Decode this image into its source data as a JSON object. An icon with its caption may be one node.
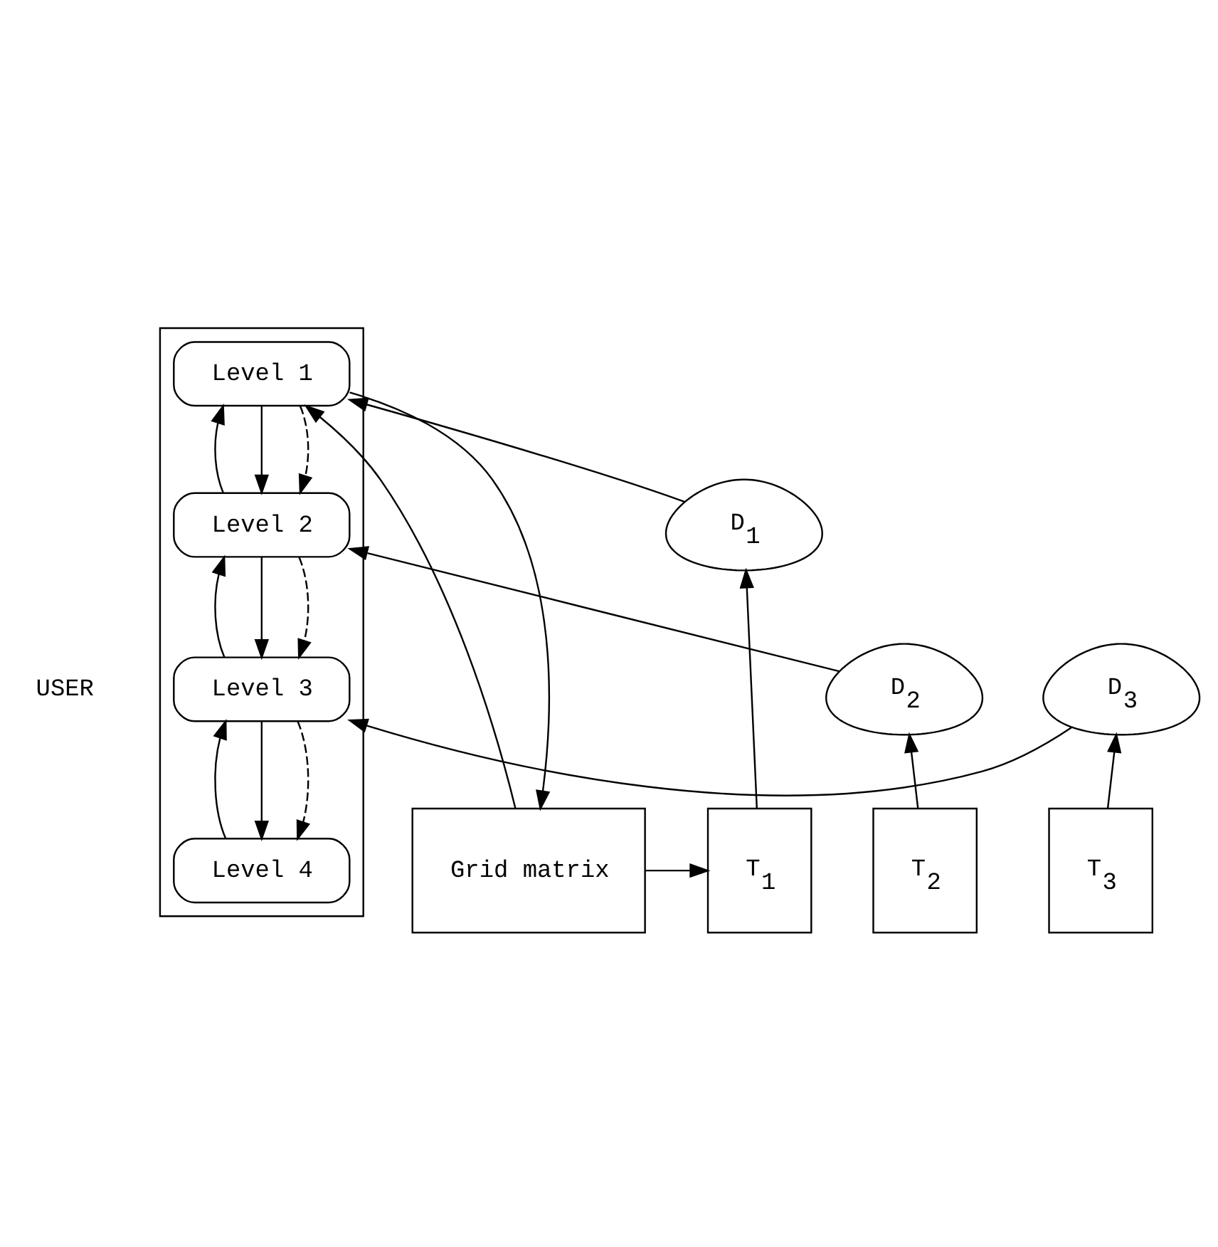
{
  "diagram": {
    "nodes": [
      {
        "text": [],
        "shape": "box"
      },
      {
        "text": [
          "Level 4"
        ],
        "in": 0
      },
      {
        "text": [
          "Level 3"
        ],
        "in": 0
      },
      {
        "text": [
          "Level 2"
        ],
        "in": 0
      },
      {
        "text": [
          "Level 1"
        ],
        "in": 0
      },
      {
        "text": [
          "D$_{3}$"
        ]
      },
      {
        "text": [
          "D$_{2}$"
        ]
      },
      {
        "text": [
          "D$_{1}$"
        ]
      },
      {
        "text": [
          "Grid matrix"
        ]
      },
      {
        "text": [
          "T$_{1}$"
        ]
      },
      {
        "text": [
          "T$_{2}$"
        ]
      },
      {
        "text": [
          "T$_{3}$"
        ]
      }
    ],
    "edges": [
      {
        "from": 1,
        "to": 2,
        "arrow": "to"
      },
      {
        "from": 2,
        "to": 1,
        "arrow": "to"
      },
      {
        "from": 2,
        "to": 1,
        "arrow": "to",
        "style": "dashed"
      },
      {
        "from": 2,
        "to": 3,
        "arrow": "to"
      },
      {
        "from": 3,
        "to": 2,
        "arrow": "to"
      },
      {
        "from": 3,
        "to": 2,
        "arrow": "to",
        "style": "dashed"
      },
      {
        "from": 3,
        "to": 4,
        "arrow": "to"
      },
      {
        "from": 4,
        "to": 3,
        "arrow": "to"
      },
      {
        "from": 4,
        "to": 3,
        "arrow": "to",
        "style": "dashed"
      },
      {
        "from": 4,
        "to": 8,
        "arrow": "to"
      },
      {
        "from": 8,
        "to": 4,
        "arrow": "to"
      },
      {
        "from": 5,
        "to": 2,
        "arrow": "to"
      },
      {
        "from": 6,
        "to": 3,
        "arrow": "to"
      },
      {
        "from": 7,
        "to": 4,
        "arrow": "to"
      },
      {
        "from": 8,
        "to": 9,
        "arrow": "to"
      },
      {
        "from": 9,
        "to": 7,
        "arrow": "to"
      },
      {
        "from": 10,
        "to": 6,
        "arrow": "to"
      },
      {
        "from": 11,
        "to": 5,
        "arrow": "to"
      }
    ],
    "labels": [
      "USER"
    ]
  }
}
